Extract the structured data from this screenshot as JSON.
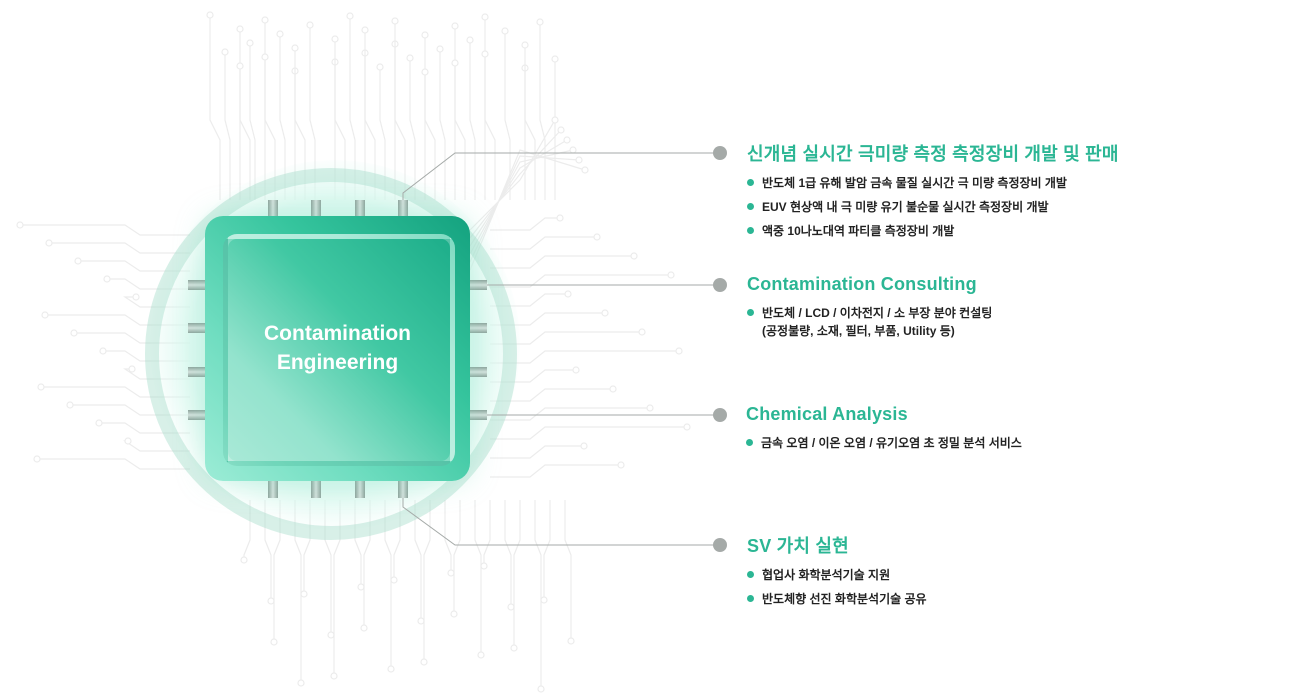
{
  "chip": {
    "title_line1": "Contamination",
    "title_line2": "Engineering"
  },
  "colors": {
    "accent": "#2bb694",
    "connector": "#a5aaa8",
    "chip_dark": "#14a27f",
    "chip_light": "#9cecd6",
    "text": "#222222"
  },
  "sections": [
    {
      "title": "신개념 실시간 극미량  측정 측정장비 개발 및 판매",
      "items": [
        {
          "text": "반도체 1급 유해 발암  금속 물질 실시간 극 미량 측정장비 개발"
        },
        {
          "text": "EUV 현상액 내 극 미량 유기 불순물 실시간 측정장비 개발"
        },
        {
          "text": "액중 10나노대역 파티클 측정장비 개발"
        }
      ]
    },
    {
      "title": "Contamination Consulting",
      "items": [
        {
          "text": "반도체 / LCD / 이차전지 / 소 부장 분야  컨설팅",
          "text2": "(공정불량, 소재, 필터, 부품, Utility 등)"
        }
      ]
    },
    {
      "title": "Chemical  Analysis",
      "items": [
        {
          "text": "금속 오염 / 이온 오염 / 유기오염  초 정밀 분석 서비스"
        }
      ]
    },
    {
      "title": "SV 가치 실현",
      "items": [
        {
          "text": "협업사 화학분석기술 지원"
        },
        {
          "text": "반도체향 선진 화학분석기술 공유"
        }
      ]
    }
  ]
}
